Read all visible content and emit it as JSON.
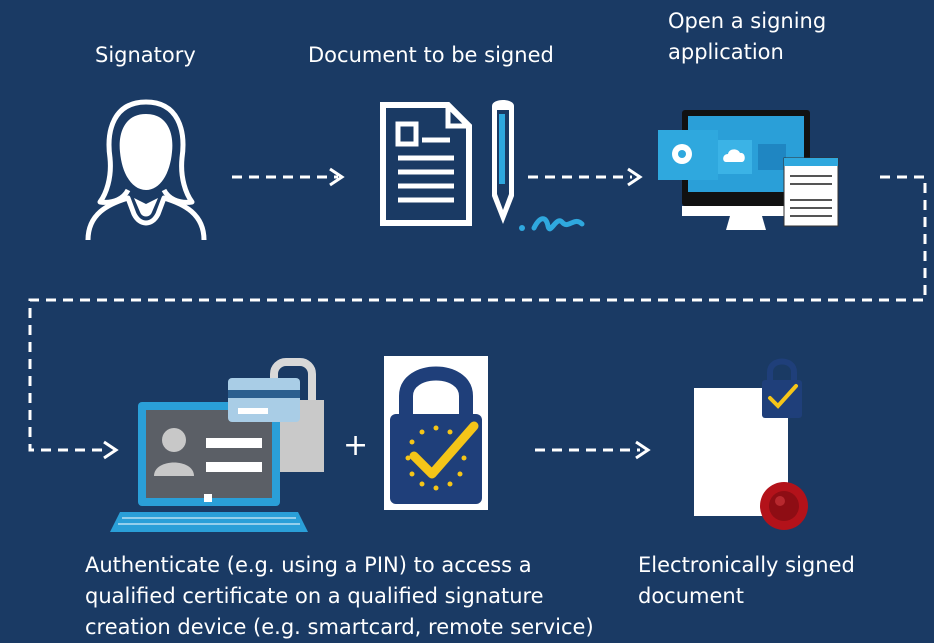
{
  "labels": {
    "signatory": "Signatory",
    "document": "Document to be signed",
    "application": "Open a signing\napplication",
    "authenticate": "Authenticate (e.g. using a PIN) to access a\nqualified certificate on a qualified signature\ncreation device (e.g. smartcard, remote service)",
    "result": "Electronically signed\ndocument",
    "plus": "+"
  },
  "colors": {
    "background": "#1a3a64",
    "accent_blue": "#2fa8de",
    "eu_blue": "#1f3f7a",
    "eu_yellow": "#f5c518",
    "seal_red": "#b3121a",
    "white": "#ffffff"
  },
  "icons": [
    "user-icon",
    "document-icon",
    "pen-icon",
    "computer-icon",
    "laptop-icon",
    "padlock-icon",
    "eu-trust-mark-icon",
    "signed-document-icon",
    "wax-seal-icon"
  ]
}
